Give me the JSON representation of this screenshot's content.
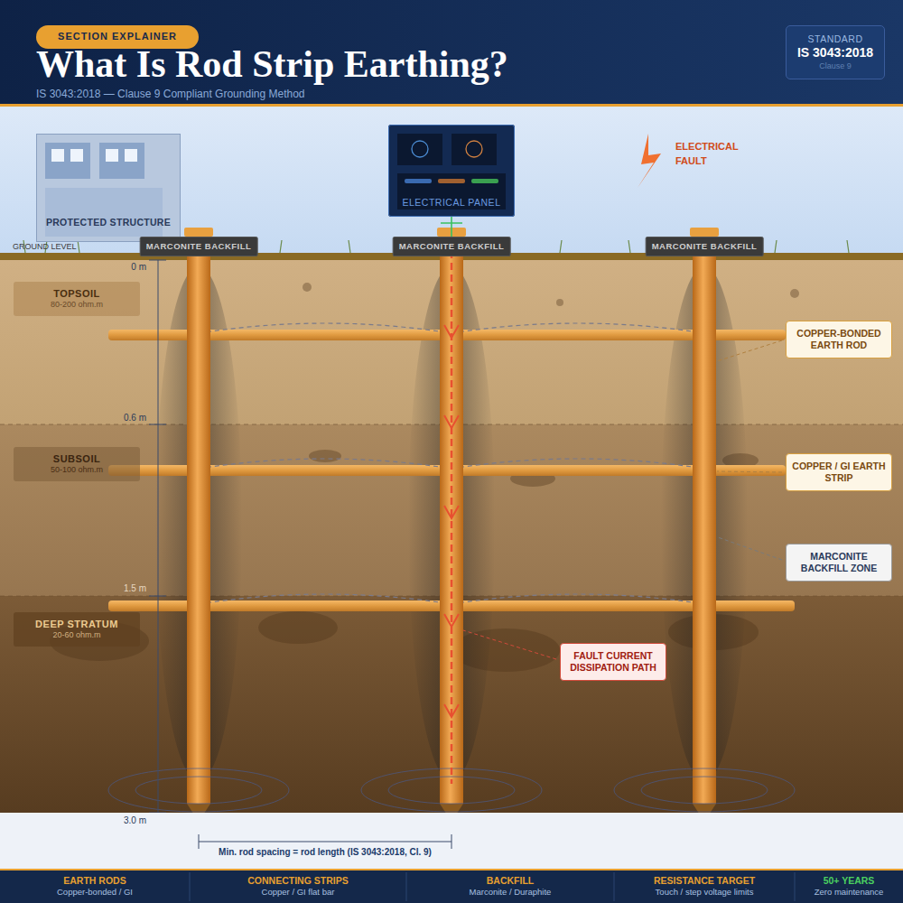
{
  "diagram": {
    "title": "What Is Rod Strip Earthing?",
    "nodes": [
      {
        "text": [
          "SECTION EXPLAINER"
        ]
      },
      {
        "text": [
          "STANDARD",
          "IS 3043:2018",
          "Clause 9"
        ]
      },
      {
        "text": [
          "PROTECTED STRUCTURE"
        ]
      },
      {
        "text": [
          "ELECTRICAL PANEL"
        ]
      },
      {
        "text": [
          "MARCONITE BACKFILL"
        ]
      },
      {
        "text": [
          "MARCONITE BACKFILL"
        ]
      },
      {
        "text": [
          "MARCONITE BACKFILL"
        ]
      },
      {
        "text": [
          "TOPSOIL",
          "80-200 ohm.m"
        ]
      },
      {
        "text": [
          "COPPER-BONDED EARTH ROD"
        ]
      },
      {
        "text": [
          "SUBSOIL",
          "50-100 ohm.m"
        ]
      },
      {
        "text": [
          "COPPER / GI EARTH STRIP"
        ]
      },
      {
        "text": [
          "MARCONITE BACKFILL ZONE"
        ]
      },
      {
        "text": [
          "DEEP STRATUM",
          "20-60 ohm.m"
        ]
      },
      {
        "text": [
          "FAULT CURRENT DISSIPATION PATH"
        ]
      },
      {
        "text": [
          "EARTH RODS",
          "Copper-bonded / GI"
        ]
      },
      {
        "text": [
          "CONNECTING STRIPS",
          "Copper / GI flat bar"
        ]
      },
      {
        "text": [
          "BACKFILL",
          "Marconite / Duraphite"
        ]
      },
      {
        "text": [
          "RESISTANCE TARGET",
          "Touch / step voltage limits"
        ]
      },
      {
        "text": [
          "50+ YEARS",
          "Zero maintenance"
        ]
      }
    ],
    "edges": [
      {
        "from": 3,
        "to": 5,
        "arrow": "none"
      }
    ],
    "labels": [
      "IS 3043:2018 — Clause 9 Compliant Grounding Method",
      "ELECTRICAL FAULT",
      "GROUND LEVEL",
      "0 m",
      "0.6 m",
      "1.5 m",
      "3.0 m",
      "Min. rod spacing = rod length (IS 3043:2018, Cl. 9)"
    ]
  }
}
